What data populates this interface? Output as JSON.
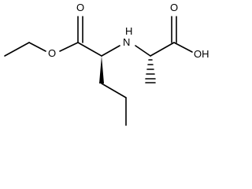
{
  "structure": {
    "labels": {
      "carbonyl_oxygen_ester": "O",
      "ester_oxygen": "O",
      "amine": "H\nN",
      "carbonyl_oxygen_acid": "O",
      "hydroxyl": "OH"
    }
  }
}
